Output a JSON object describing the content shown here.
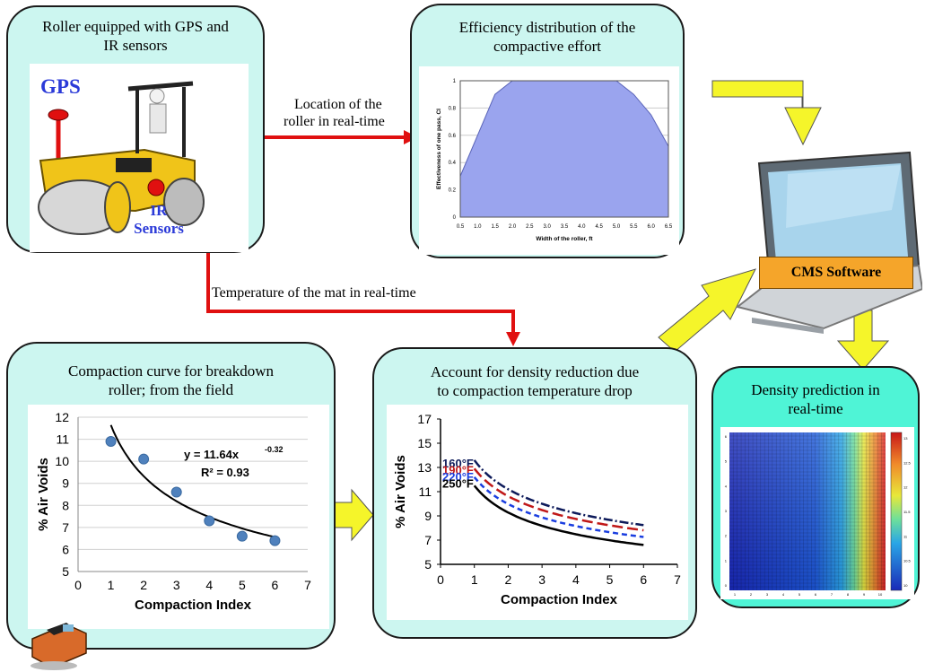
{
  "panels": {
    "roller": {
      "title_lines": [
        "Roller equipped with GPS and",
        "IR sensors"
      ],
      "gps": "GPS",
      "ir_lines": [
        "IR",
        "Sensors"
      ]
    },
    "efficiency": {
      "title_lines": [
        "Efficiency distribution of the",
        "compactive effort"
      ]
    },
    "curve": {
      "title_lines": [
        "Compaction curve for breakdown",
        "roller; from the field"
      ]
    },
    "density_reduction": {
      "title_lines": [
        "Account for density reduction due",
        "to compaction temperature drop"
      ]
    },
    "prediction": {
      "title_lines": [
        "Density prediction in",
        "real-time"
      ]
    }
  },
  "arrows": {
    "location_lines": [
      "Location of the",
      "roller in real-time"
    ],
    "temperature": "Temperature of the mat in real-time"
  },
  "software": {
    "label": "CMS Software"
  },
  "colors": {
    "panel": "#ccf6f0",
    "prediction_panel": "#4ff4d6",
    "red_arrow": "#e01010",
    "yellow_arrow": "#f5f52a",
    "area_fill": "#9aa4ee"
  },
  "chart_data": [
    {
      "type": "area",
      "title": "",
      "xlabel": "Width of the roller, ft",
      "ylabel": "Effectiveness of one pass, CI",
      "x": [
        0.5,
        1.5,
        2.0,
        2.5,
        3.0,
        3.5,
        4.0,
        4.5,
        5.0,
        5.5,
        6.0,
        6.5
      ],
      "values": [
        0.3,
        0.9,
        1.0,
        1.0,
        1.0,
        1.0,
        1.0,
        1.0,
        1.0,
        0.9,
        0.75,
        0.52
      ],
      "xticks": [
        "0.5",
        "1.0",
        "1.5",
        "2.0",
        "2.5",
        "3.0",
        "3.5",
        "4.0",
        "4.5",
        "5.0",
        "5.5",
        "6.0",
        "6.5"
      ],
      "yticks": [
        "0",
        "0.2",
        "0.4",
        "0.6",
        "0.8",
        "1"
      ],
      "xlim": [
        0.5,
        6.5
      ],
      "ylim": [
        0,
        1
      ]
    },
    {
      "type": "scatter",
      "title": "",
      "xlabel": "Compaction Index",
      "ylabel": "% Air Voids",
      "x": [
        1,
        2,
        3,
        4,
        5,
        6
      ],
      "values": [
        10.9,
        10.1,
        8.6,
        7.3,
        6.6,
        6.4
      ],
      "trendline": {
        "a": 11.64,
        "b": -0.32,
        "x_from": 1,
        "x_to": 6
      },
      "equation": "y = 11.64x",
      "exponent": "-0.32",
      "r2": "R² = 0.93",
      "xticks": [
        "0",
        "1",
        "2",
        "3",
        "4",
        "5",
        "6",
        "7"
      ],
      "yticks": [
        "5",
        "6",
        "7",
        "8",
        "9",
        "10",
        "11",
        "12"
      ],
      "xlim": [
        0,
        7
      ],
      "ylim": [
        5,
        12
      ]
    },
    {
      "type": "line",
      "title": "",
      "xlabel": "Compaction Index",
      "ylabel": "% Air Voids",
      "series": [
        {
          "name": "160°F",
          "a": 13.6,
          "b": -0.28,
          "color": "#0d1a5a",
          "dash": "10 3 2 3"
        },
        {
          "name": "190°F",
          "a": 12.9,
          "b": -0.28,
          "color": "#c01818",
          "dash": "12 5"
        },
        {
          "name": "220°F",
          "a": 12.2,
          "b": -0.29,
          "color": "#1a3ee0",
          "dash": "6 4"
        },
        {
          "name": "250°F",
          "a": 11.5,
          "b": -0.31,
          "color": "#000000",
          "dash": ""
        }
      ],
      "x_from": 1,
      "x_to": 6,
      "xticks": [
        "0",
        "1",
        "2",
        "3",
        "4",
        "5",
        "6",
        "7"
      ],
      "yticks": [
        "5",
        "7",
        "9",
        "11",
        "13",
        "15",
        "17"
      ],
      "xlim": [
        0,
        7
      ],
      "ylim": [
        5,
        17
      ]
    },
    {
      "type": "heatmap",
      "title": "",
      "xticks": [
        "1",
        "2",
        "3",
        "4",
        "5",
        "6",
        "7",
        "8",
        "9",
        "10"
      ],
      "yticks": [
        "0",
        "1",
        "2",
        "3",
        "4",
        "5",
        "6"
      ],
      "colorbar_ticks": [
        "13",
        "12.5",
        "12",
        "11.5",
        "11",
        "10.5",
        "10"
      ]
    }
  ]
}
